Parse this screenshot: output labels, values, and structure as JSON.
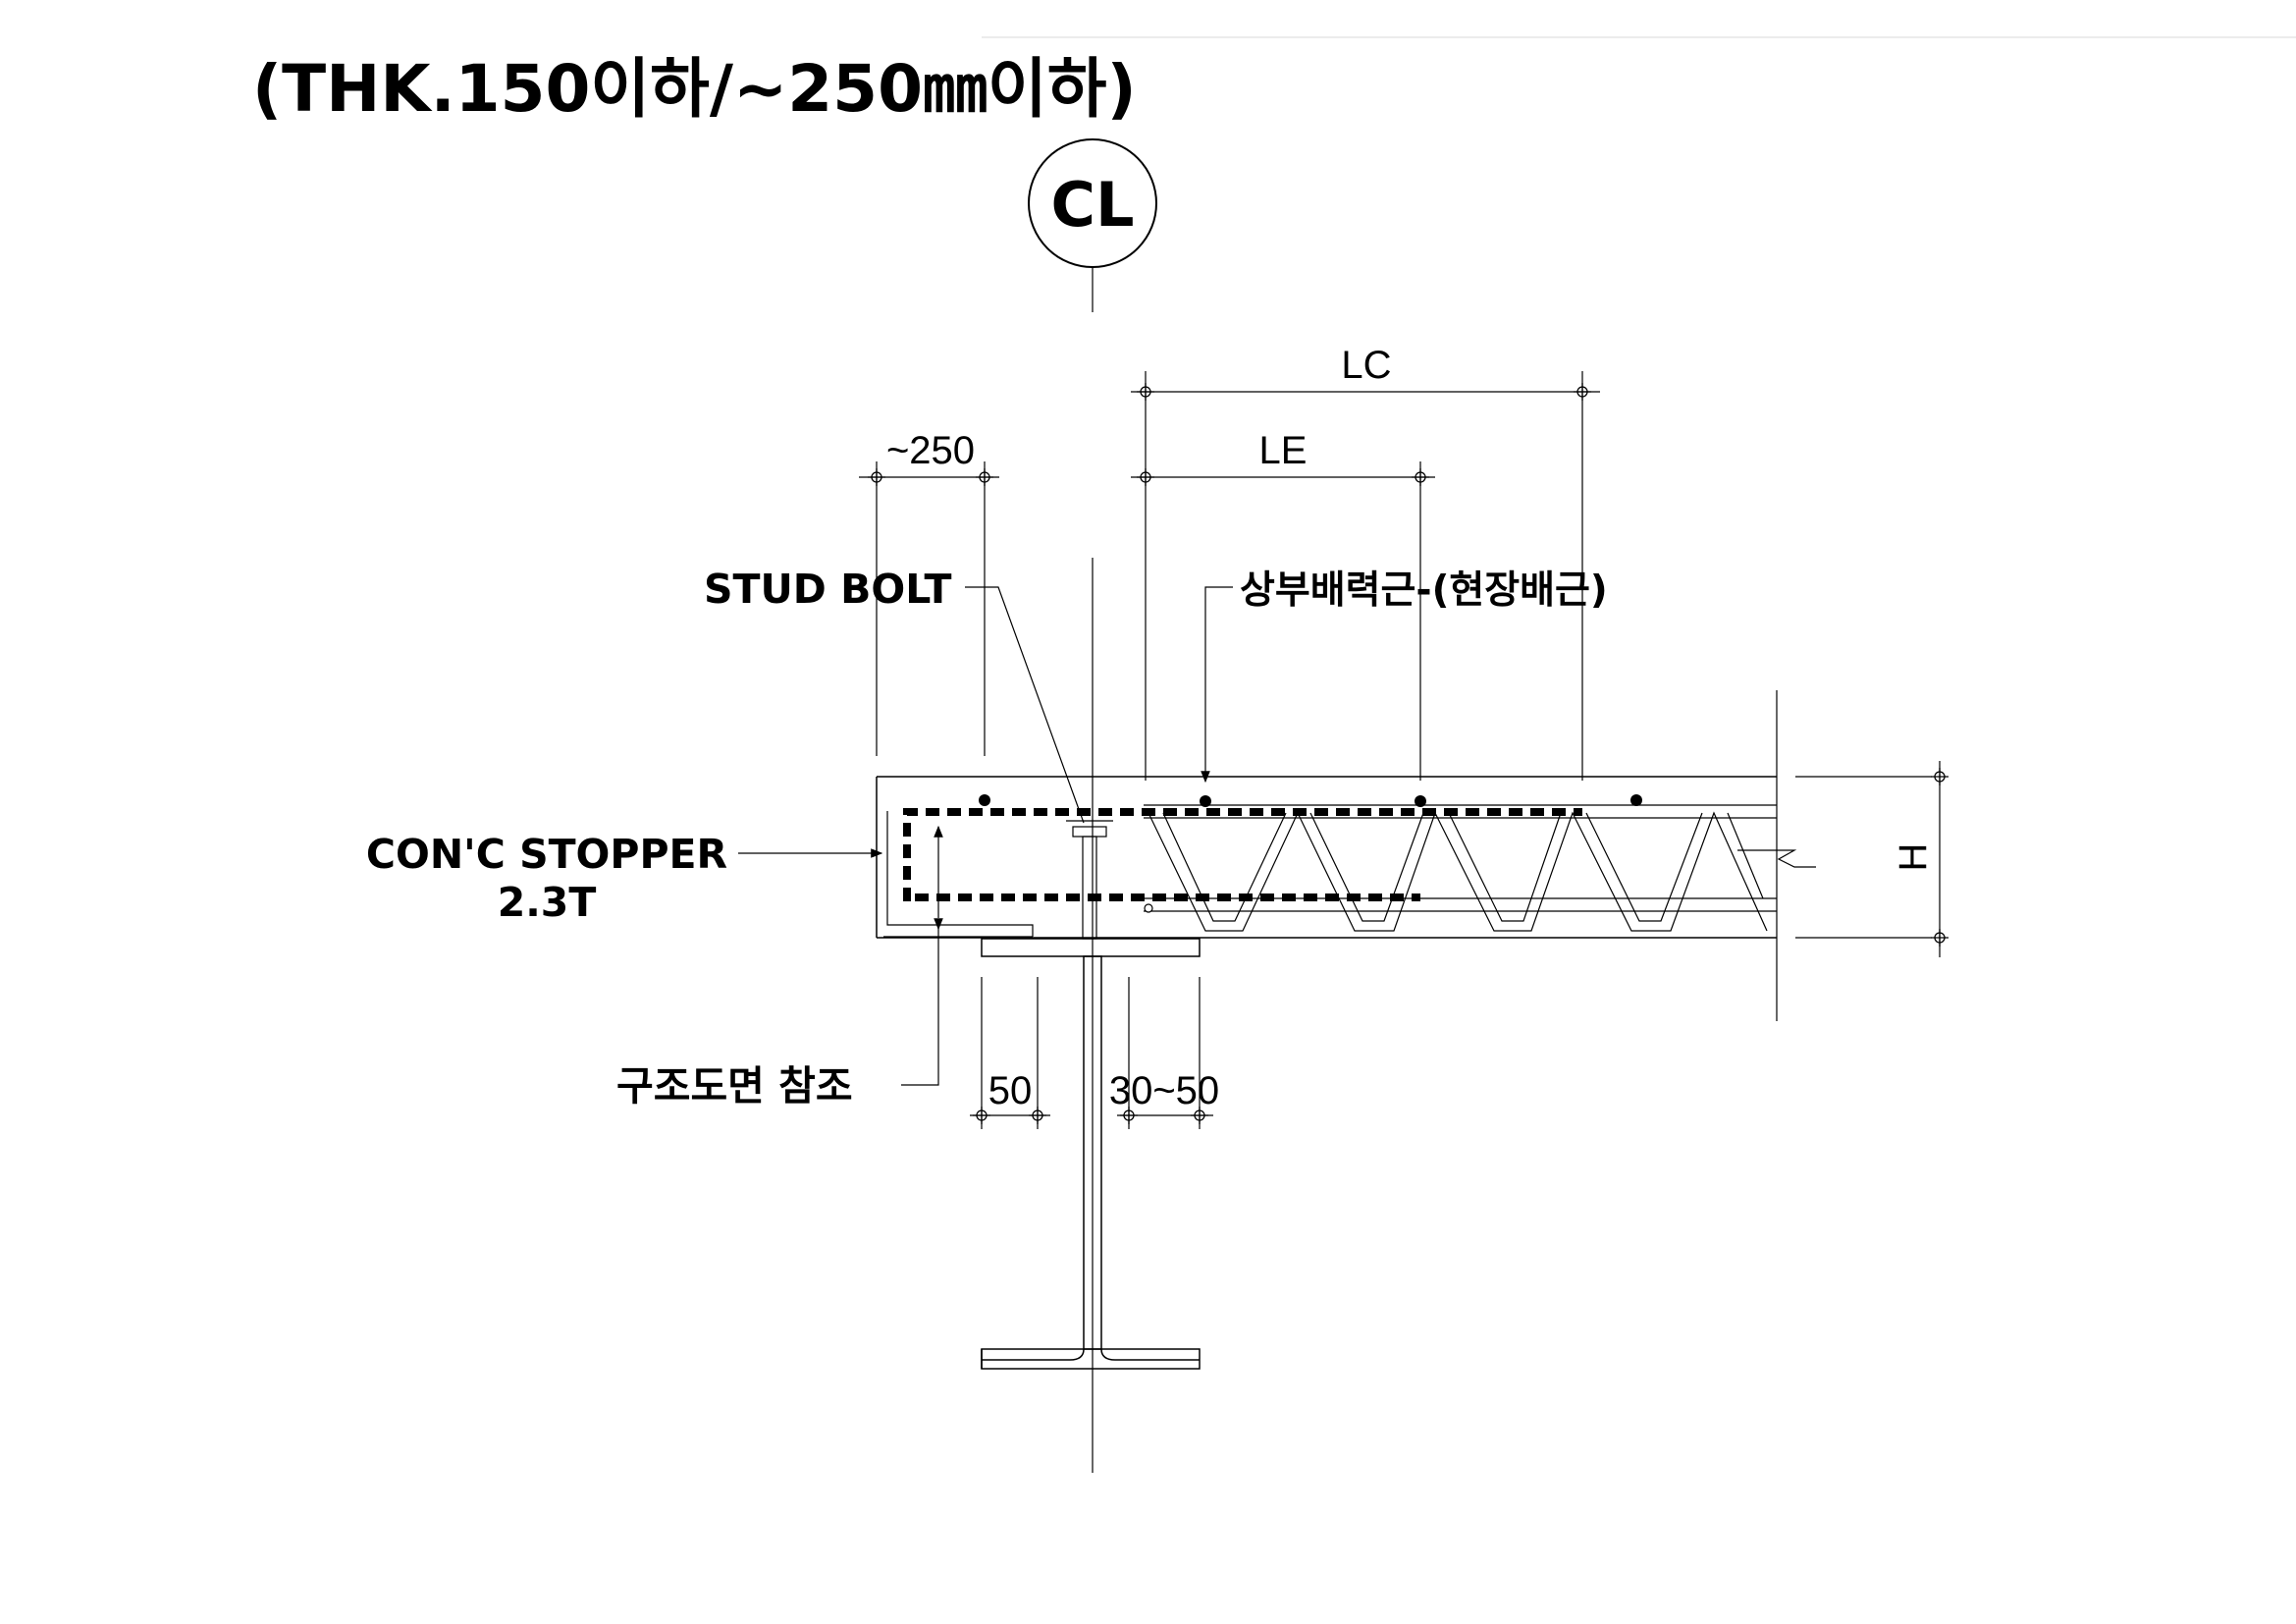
{
  "title": "(THK.150이하/~250㎜이하)",
  "centerline_symbol": "CL",
  "dimensions": {
    "lc": "LC",
    "le": "LE",
    "overhang": "~250",
    "flange_bearing": "50",
    "deck_bearing": "30~50",
    "height": "H"
  },
  "labels": {
    "stud_bolt": "STUD BOLT",
    "top_rebar": "상부배력근-(현장배근)",
    "stopper_line1": "CON'C STOPPER",
    "stopper_line2": "2.3T",
    "structural_ref": "구조도면 참조"
  }
}
